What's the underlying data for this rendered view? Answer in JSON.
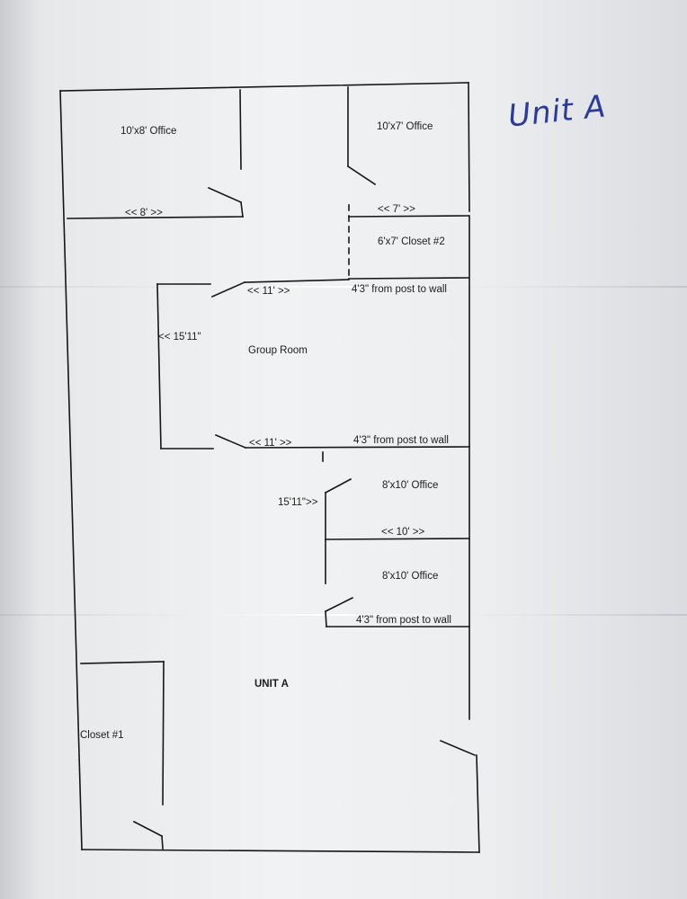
{
  "handwritten_title": "Unit A",
  "rooms": {
    "office_1": "10'x8' Office",
    "office_2": "10'x7' Office",
    "closet_2": "6'x7' Closet #2",
    "group_room": "Group Room",
    "office_3": "8'x10' Office",
    "office_4": "8'x10' Office",
    "unit_a": "UNIT A",
    "closet_1": "Closet #1"
  },
  "dimensions": {
    "office_1_width": "<< 8' >>",
    "office_2_width": "<< 7' >>",
    "group_top": "<< 11' >>",
    "group_top_note": "4'3\" from post to wall",
    "group_left": "<< 15'11\"",
    "group_bottom": "<< 11' >>",
    "group_bottom_note": "4'3\" from post to wall",
    "offices_height": "15'11\">>",
    "office_3_width": "<< 10' >>",
    "office_4_note": "4'3\" from post to wall"
  }
}
